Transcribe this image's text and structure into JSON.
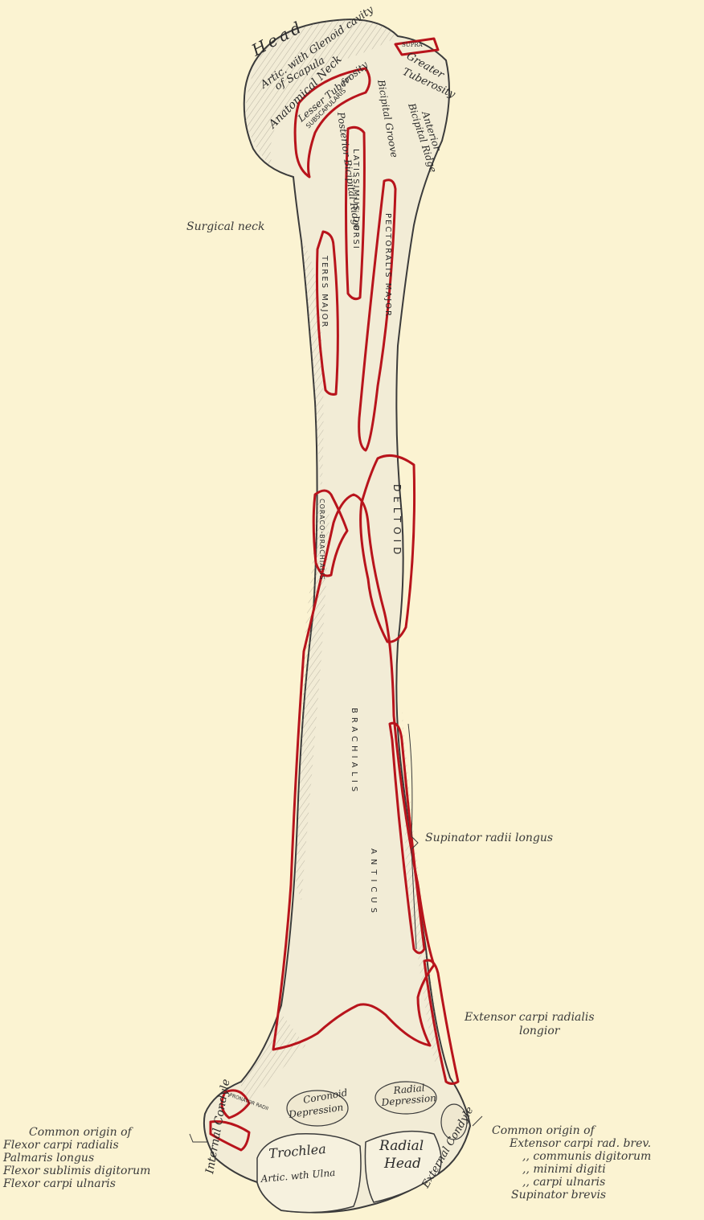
{
  "colors": {
    "background": "#fbf3d2",
    "bone": "#f2ecd6",
    "outline": "#3b3b3b",
    "attachment": "#b8141c"
  },
  "bone_labels": {
    "head": "Head",
    "artic_glenoid": "Artic. with Glenoid cavity",
    "of_scapula": "of Scapula",
    "anatomical_neck": "Anatomical Neck",
    "supra": "SUPRA",
    "greater_tuberosity_1": "Greater",
    "greater_tuberosity_2": "Tuberosity",
    "lesser_tuberosity": "Lesser Tuberosity",
    "for_subscapularis": "for",
    "subscapularis": "SUBSCAPULARIS",
    "bicipital_groove": "Bicipital Groove",
    "anterior": "Anterior",
    "anterior_bicipital_ridge": "Bicipital Ridge",
    "posterior_bicipital_ridge": "Posterior Bicipital Ridge",
    "coronoid_depression_1": "Coronoid",
    "coronoid_depression_2": "Depression",
    "radial_depression_1": "Radial",
    "radial_depression_2": "Depression",
    "trochlea": "Trochlea",
    "artic_with_ulna": "Artic. wth Ulna",
    "radial_head_1": "Radial",
    "radial_head_2": "Head",
    "internal_condyle": "Internal Condyle",
    "external_condyle": "External Condyle",
    "pronator_radii": "PRONATOR RADII"
  },
  "muscle_labels": {
    "latissimus_dorsi": "LATISSIMUS DORSI",
    "pectoralis_major": "PECTORALIS MAJOR",
    "teres_major": "TERES MAJOR",
    "deltoid": "DELTOID",
    "coraco_brachialis": "CORACO-BRACHIALIS",
    "brachialis_1": "BRACHIALIS",
    "brachialis_2": "ANTICUS"
  },
  "external_labels": {
    "surgical_neck": "Surgical neck",
    "supinator_radii_longus": "Supinator radii longus",
    "ecrl_1": "Extensor carpi radialis",
    "ecrl_2": "longior",
    "left_common": [
      "Common origin of",
      "Flexor carpi radialis",
      "Palmaris longus",
      "Flexor sublimis digitorum",
      "Flexor carpi ulnaris"
    ],
    "right_common": [
      "Common origin of",
      "Extensor carpi rad. brev.",
      ",,   communis digitorum",
      ",,   minimi digiti",
      ",,   carpi ulnaris",
      "Supinator brevis"
    ]
  }
}
